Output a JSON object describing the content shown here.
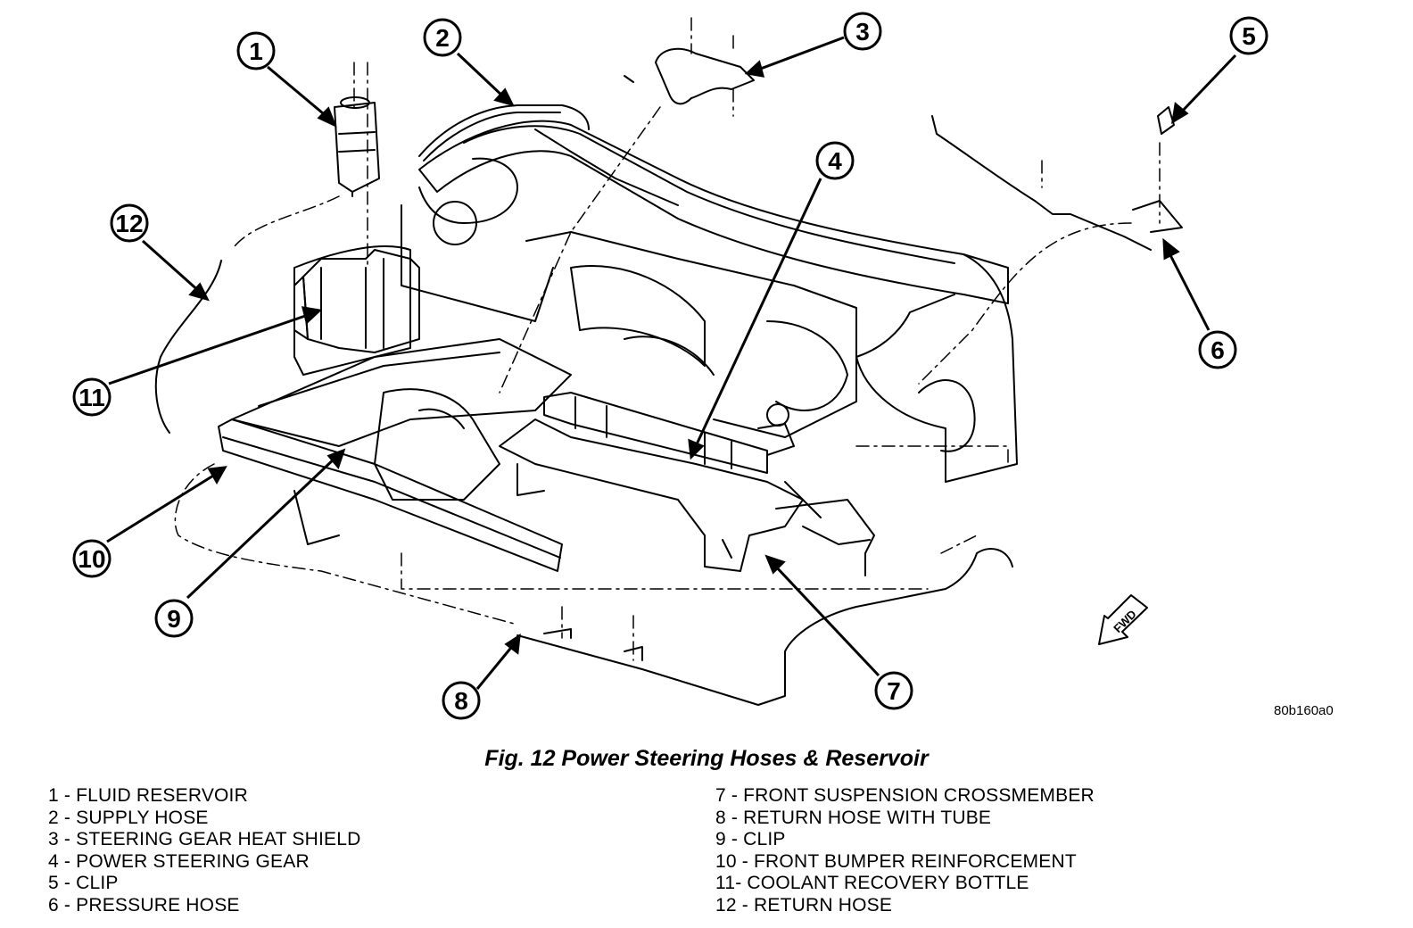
{
  "figure": {
    "code": "80b160a0",
    "caption": "Fig. 12 Power Steering Hoses & Reservoir",
    "fwd_label": "FWD"
  },
  "callouts": [
    "1",
    "2",
    "3",
    "4",
    "5",
    "6",
    "7",
    "8",
    "9",
    "10",
    "11",
    "12"
  ],
  "legend": {
    "left": [
      "1 - FLUID RESERVOIR",
      "2 - SUPPLY HOSE",
      "3 - STEERING GEAR HEAT SHIELD",
      "4 - POWER STEERING GEAR",
      "5 - CLIP",
      "6 - PRESSURE HOSE"
    ],
    "right": [
      "7 - FRONT SUSPENSION CROSSMEMBER",
      "8 - RETURN HOSE WITH TUBE",
      "9 - CLIP",
      "10 - FRONT BUMPER REINFORCEMENT",
      "11- COOLANT RECOVERY BOTTLE",
      "12 - RETURN HOSE"
    ]
  }
}
